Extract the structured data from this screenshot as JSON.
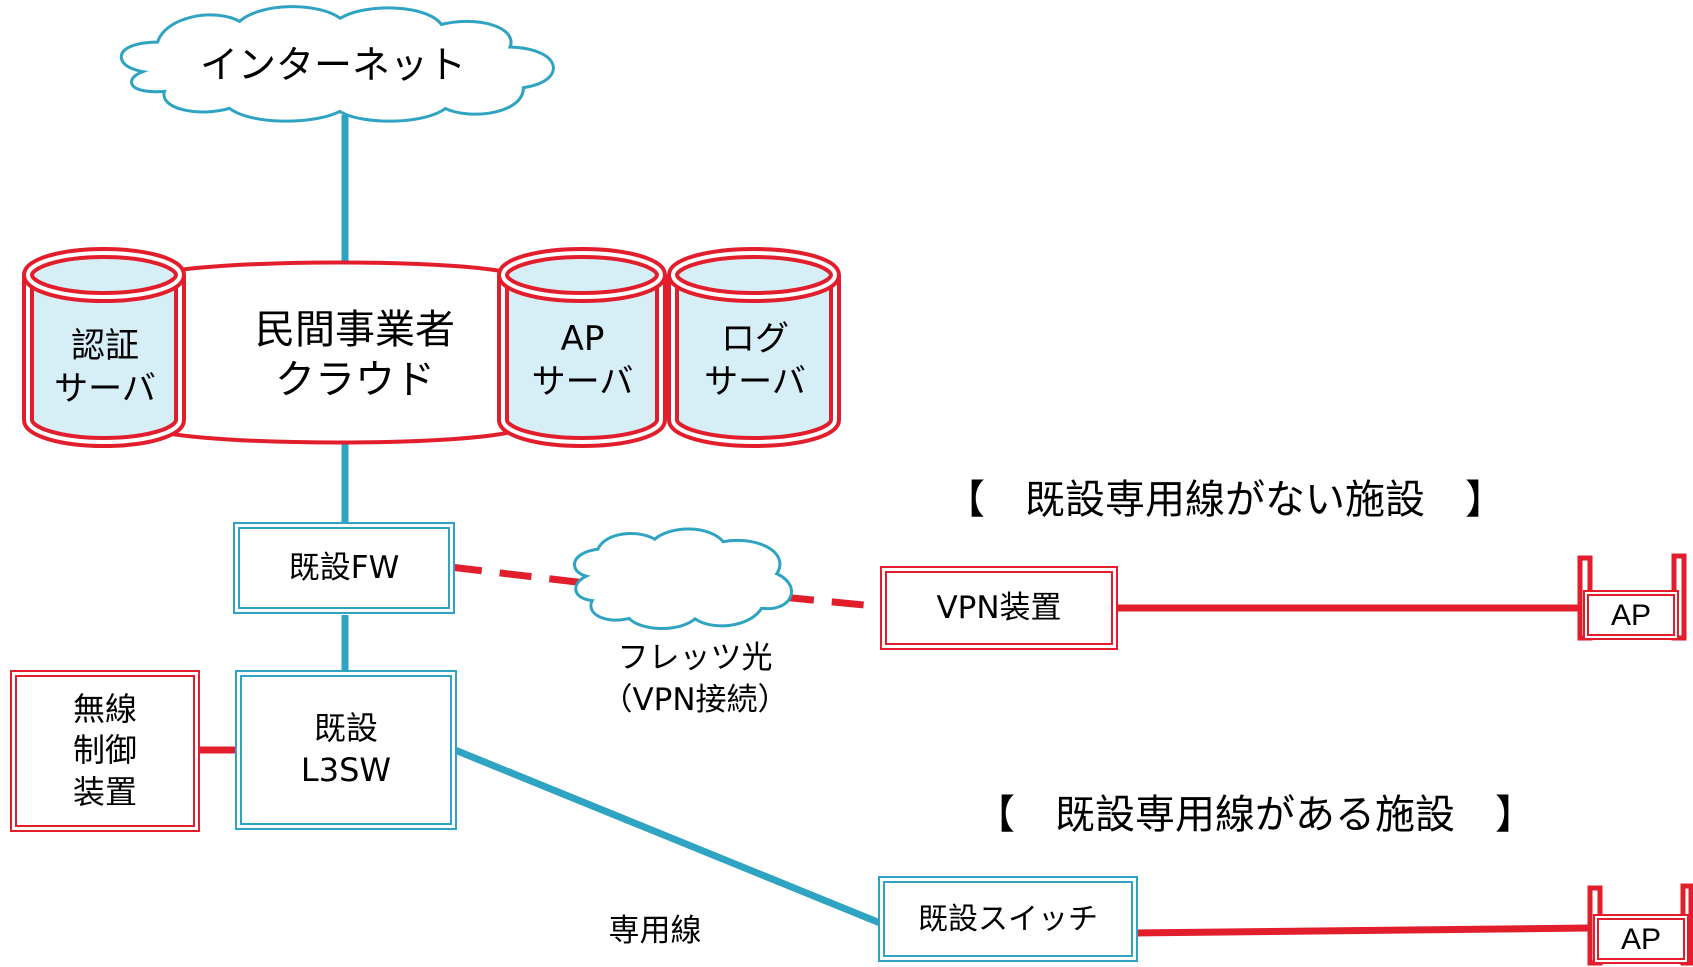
{
  "internet": {
    "label": "インターネット"
  },
  "cloud": {
    "label_line1": "民間事業者",
    "label_line2": "クラウド"
  },
  "servers": {
    "auth": {
      "line1": "認証",
      "line2": "サーバ"
    },
    "ap": {
      "line1": "AP",
      "line2": "サーバ"
    },
    "log": {
      "line1": "ログ",
      "line2": "サーバ"
    }
  },
  "devices": {
    "fw": "既設FW",
    "l3sw_line1": "既設",
    "l3sw_line2": "L3SW",
    "wlc_line1": "無線",
    "wlc_line2": "制御",
    "wlc_line3": "装置",
    "vpn": "VPN装置",
    "existing_switch": "既設スイッチ",
    "ap_top": "AP",
    "ap_bottom": "AP"
  },
  "flets": {
    "line1": "フレッツ光",
    "line2": "（VPN接続）"
  },
  "leased_line": "専用線",
  "sections": {
    "no_line": "【　既設専用線がない施設　】",
    "with_line": "【　既設専用線がある施設　】"
  },
  "colors": {
    "red": "#e21e2d",
    "blue": "#2fa3c2",
    "cylinder_fill": "#d6eef5"
  }
}
